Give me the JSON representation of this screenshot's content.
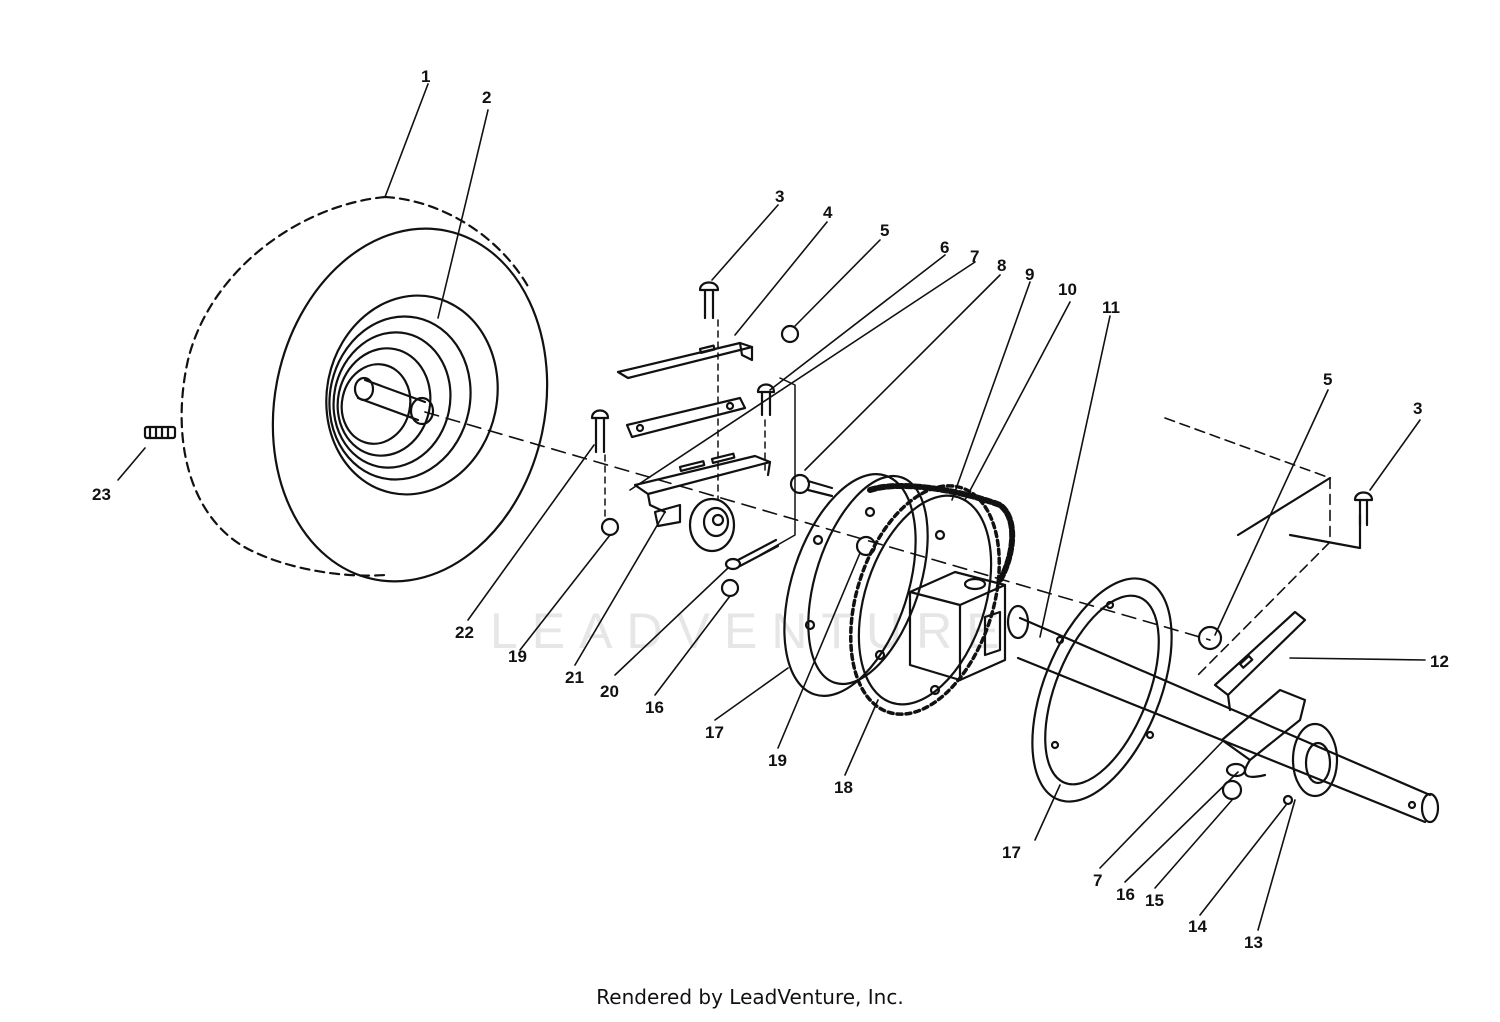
{
  "watermark": "LEADVENTURE",
  "footer": "Rendered by LeadVenture, Inc.",
  "callouts": [
    "1",
    "2",
    "3",
    "4",
    "5",
    "6",
    "7",
    "8",
    "9",
    "10",
    "11",
    "3",
    "5",
    "12",
    "13",
    "14",
    "15",
    "16",
    "7",
    "17",
    "18",
    "19",
    "17",
    "16",
    "20",
    "21",
    "19",
    "22",
    "23"
  ]
}
